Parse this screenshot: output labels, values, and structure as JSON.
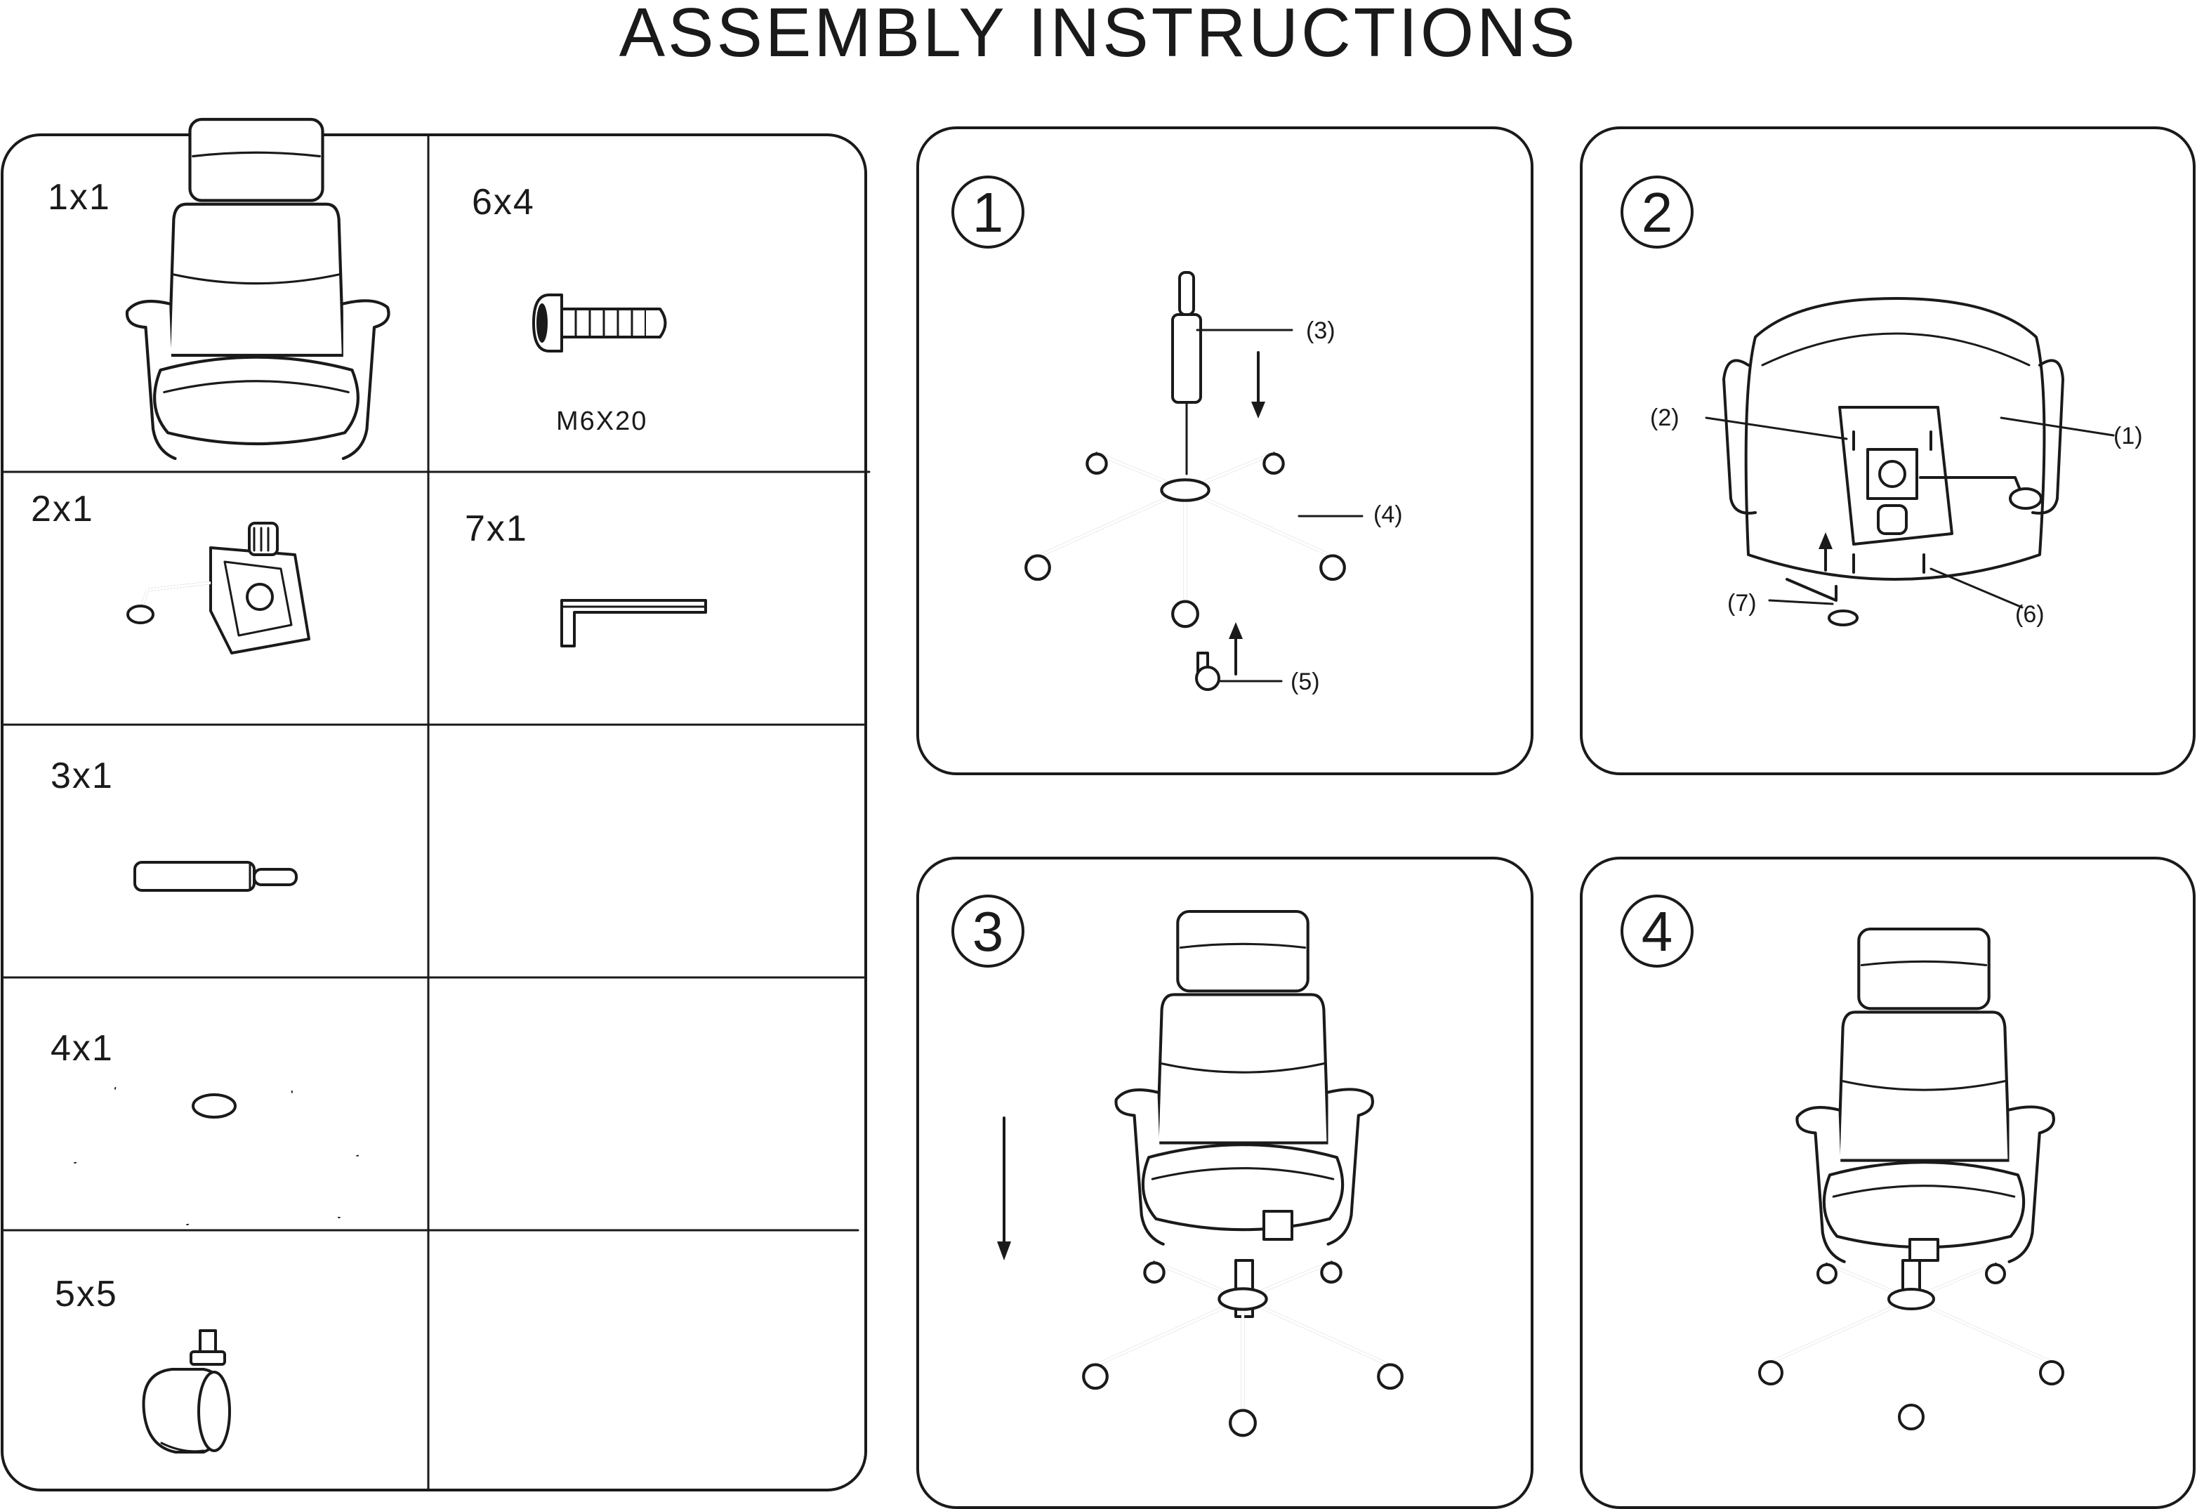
{
  "title": "ASSEMBLY INSTRUCTIONS",
  "parts": [
    {
      "qty": "1x1",
      "icon": "chair-seat-icon"
    },
    {
      "qty": "6x4",
      "icon": "bolt-icon",
      "caption": "M6X20"
    },
    {
      "qty": "2x1",
      "icon": "seat-mechanism-icon"
    },
    {
      "qty": "7x1",
      "icon": "allen-key-icon"
    },
    {
      "qty": "3x1",
      "icon": "gas-cylinder-icon"
    },
    {
      "qty": "4x1",
      "icon": "star-base-icon"
    },
    {
      "qty": "5x5",
      "icon": "caster-wheel-icon"
    }
  ],
  "steps": [
    {
      "number": "1",
      "labels": [
        "(3)",
        "(4)",
        "(5)"
      ]
    },
    {
      "number": "2",
      "labels": [
        "(2)",
        "(1)",
        "(7)",
        "(6)"
      ]
    },
    {
      "number": "3"
    },
    {
      "number": "4"
    }
  ]
}
